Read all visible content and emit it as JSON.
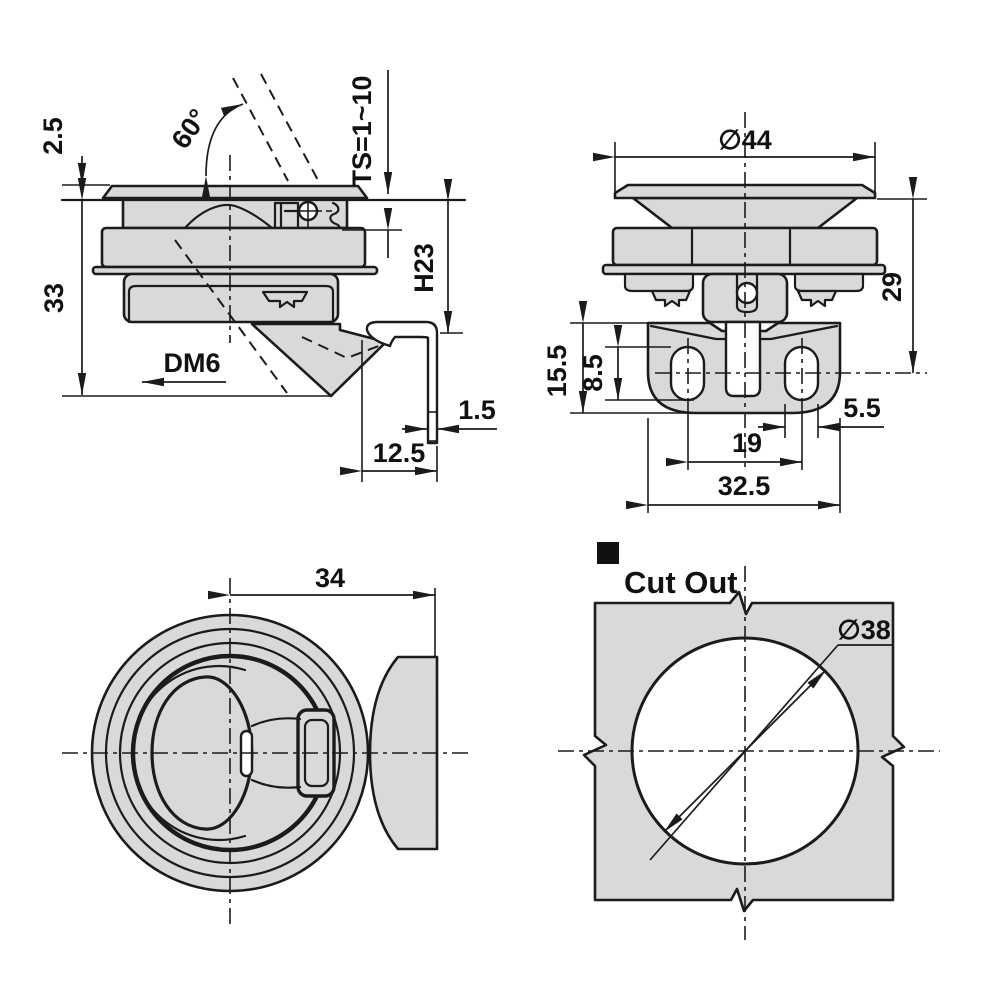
{
  "colors": {
    "line": "#1b1b1b",
    "fill_gray": "#d9d9d9",
    "background": "#ffffff"
  },
  "views": {
    "side": {
      "dims": {
        "flange_height": "2.5",
        "total_height": "33",
        "handle_angle": "60°",
        "panel_thickness": "TS=1~10",
        "grip_height": "H23",
        "thread_label": "DM6",
        "bracket_thickness": "1.5",
        "bracket_width": "12.5"
      }
    },
    "front": {
      "dims": {
        "flange_diameter": "∅44",
        "mount_height": "29",
        "plate_height": "15.5",
        "slot_length": "8.5",
        "slot_width": "5.5",
        "hole_spacing": "19",
        "plate_width": "32.5"
      }
    },
    "top": {
      "dims": {
        "cam_reach": "34"
      }
    },
    "cutout": {
      "label": "Cut Out",
      "dims": {
        "hole_diameter": "∅38"
      }
    }
  }
}
